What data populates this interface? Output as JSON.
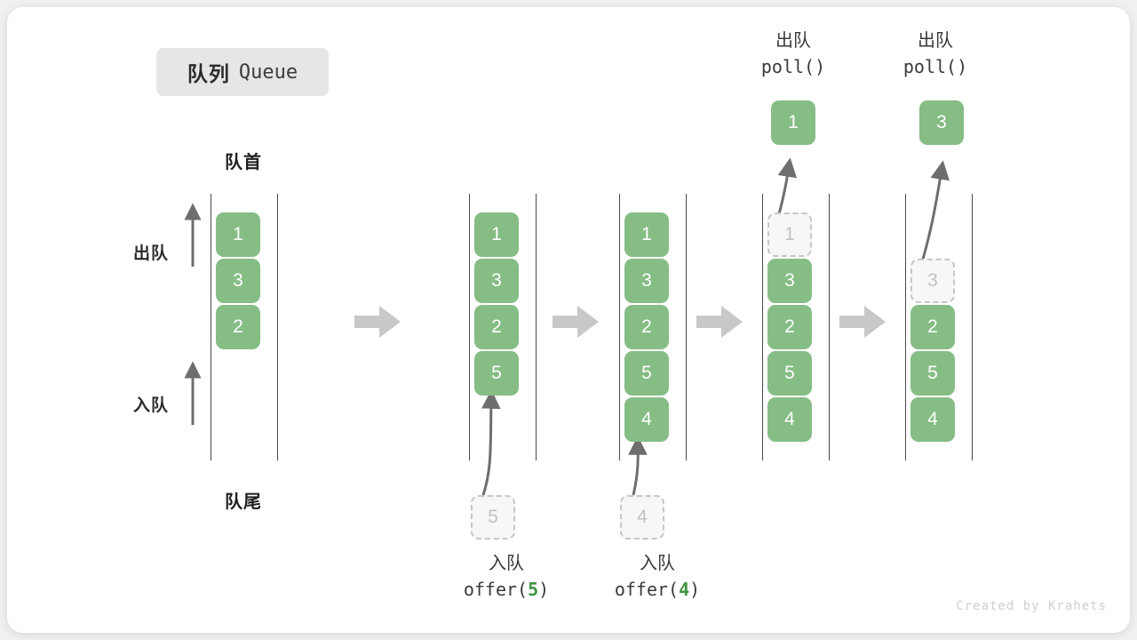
{
  "title": {
    "cn": "队列",
    "en": "Queue"
  },
  "labels": {
    "head": "队首",
    "tail": "队尾",
    "dequeue_side": "出队",
    "enqueue_side": "入队"
  },
  "watermark": "Created by Krahets",
  "colors": {
    "cell_fill": "#85bd85",
    "cell_text": "#ffffff",
    "ghost_border": "#c6c6c6",
    "ghost_text": "#c2c2c2",
    "rail": "#4a4a4a",
    "arrow": "#6e6e6e",
    "step_arrow": "#c8c8c8",
    "accent_number": "#3f9642",
    "chip_bg": "#e6e6e6"
  },
  "stages": [
    {
      "id": "initial",
      "cells": [
        {
          "value": "1",
          "state": "filled"
        },
        {
          "value": "3",
          "state": "filled"
        },
        {
          "value": "2",
          "state": "filled"
        }
      ]
    },
    {
      "id": "after-offer-5",
      "cells": [
        {
          "value": "1",
          "state": "filled"
        },
        {
          "value": "3",
          "state": "filled"
        },
        {
          "value": "2",
          "state": "filled"
        },
        {
          "value": "5",
          "state": "filled"
        }
      ],
      "incoming": {
        "value": "5",
        "state": "ghost"
      },
      "caption": {
        "cn": "入队",
        "fn": "offer(",
        "num": "5",
        "close": ")"
      }
    },
    {
      "id": "after-offer-4",
      "cells": [
        {
          "value": "1",
          "state": "filled"
        },
        {
          "value": "3",
          "state": "filled"
        },
        {
          "value": "2",
          "state": "filled"
        },
        {
          "value": "5",
          "state": "filled"
        },
        {
          "value": "4",
          "state": "filled"
        }
      ],
      "incoming": {
        "value": "4",
        "state": "ghost"
      },
      "caption": {
        "cn": "入队",
        "fn": "offer(",
        "num": "4",
        "close": ")"
      }
    },
    {
      "id": "after-poll-1",
      "cells": [
        {
          "value": "1",
          "state": "ghost"
        },
        {
          "value": "3",
          "state": "filled"
        },
        {
          "value": "2",
          "state": "filled"
        },
        {
          "value": "5",
          "state": "filled"
        },
        {
          "value": "4",
          "state": "filled"
        }
      ],
      "outgoing": {
        "value": "1",
        "state": "filled"
      },
      "caption": {
        "cn": "出队",
        "fn": "poll()"
      }
    },
    {
      "id": "after-poll-3",
      "cells": [
        {
          "value": "3",
          "state": "ghost"
        },
        {
          "value": "2",
          "state": "filled"
        },
        {
          "value": "5",
          "state": "filled"
        },
        {
          "value": "4",
          "state": "filled"
        }
      ],
      "outgoing": {
        "value": "3",
        "state": "filled"
      },
      "caption": {
        "cn": "出队",
        "fn": "poll()"
      }
    }
  ]
}
